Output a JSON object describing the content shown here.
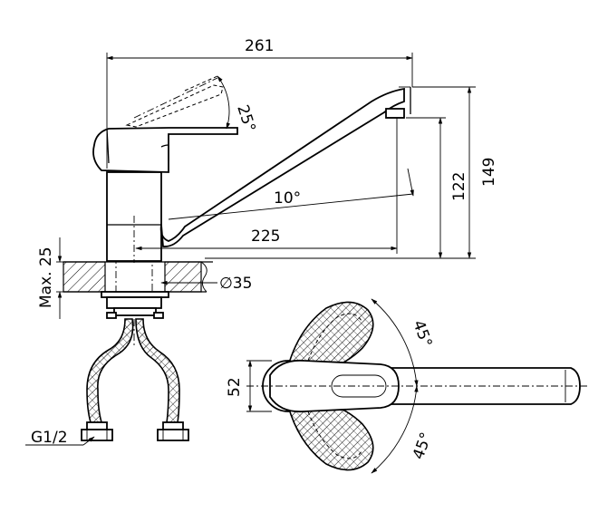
{
  "dimensions": {
    "overall_width": "261",
    "spout_reach": "225",
    "height_149": "149",
    "height_122": "122",
    "max_thickness": "Max. 25",
    "hole_diameter": "∅35",
    "lever_tilt": "25°",
    "spout_tilt": "10°",
    "lever_width": "52",
    "swivel_top": "45°",
    "swivel_bottom": "45°",
    "thread": "G1/2"
  }
}
